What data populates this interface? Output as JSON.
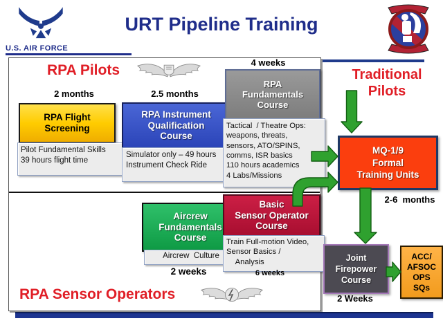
{
  "slide": {
    "title": "URT Pipeline Training",
    "brand": "U.S. AIR FORCE"
  },
  "labels": {
    "rpa_pilots": "RPA Pilots",
    "rpa_sensor_operators": "RPA Sensor Operators",
    "traditional_pilots": "Traditional\nPilots"
  },
  "durations": {
    "flight_screening": "2 months",
    "instrument_qual": "2.5 months",
    "fundamentals": "4 weeks",
    "aircrew": "2 weeks",
    "basic_sensor": "6 weeks",
    "mq_ftu": "2-6  months",
    "joint_firepower": "2 Weeks"
  },
  "boxes": {
    "flight_screening": {
      "title": "RPA Flight\nScreening",
      "details": "Pilot Fundamental Skills\n39 hours flight time"
    },
    "instrument_qual": {
      "title": "RPA Instrument\nQualification\nCourse",
      "details": "Simulator only – 49 hours\nInstrument Check Ride"
    },
    "fundamentals": {
      "title": "RPA\nFundamentals\nCourse",
      "details": "Tactical  / Theatre Ops:\nweapons, threats,\nsensors, ATO/SPINS,\ncomms, ISR basics\n110 hours academics\n4 Labs/Missions"
    },
    "aircrew": {
      "title": "Aircrew\nFundamentals\nCourse",
      "details": "Aircrew  Culture"
    },
    "basic_sensor": {
      "title": "Basic\nSensor Operator\nCourse",
      "details": "Train Full-motion Video,\nSensor Basics /\n    Analysis"
    },
    "mq_ftu": {
      "title": "MQ-1/9\nFormal\nTraining Units"
    },
    "joint_firepower": {
      "title": "Joint\nFirepower\nCourse"
    },
    "ops_sqs": {
      "title": "ACC/\nAFSOC\nOPS\nSQs"
    }
  },
  "icons": {
    "af_logo": "usaf-wings-star",
    "unit_patch": "squadron-emblem",
    "pilot_wings": "rpa-pilot-wings-badge",
    "sensor_wings": "enlisted-aircrew-wings-badge"
  },
  "colors": {
    "navy": "#1F2D8A",
    "red_label": "#E01E26",
    "yellow_box": "#FFCC00",
    "blue_box": "#3350C8",
    "gray_box": "#8A8A8A",
    "green_box": "#17A653",
    "crimson_box": "#BE1238",
    "orange_red_box": "#FB3E0E",
    "dark_gray_box": "#4C4A52",
    "orange_box": "#F7A22B",
    "arrow_green": "#2FA12F"
  }
}
